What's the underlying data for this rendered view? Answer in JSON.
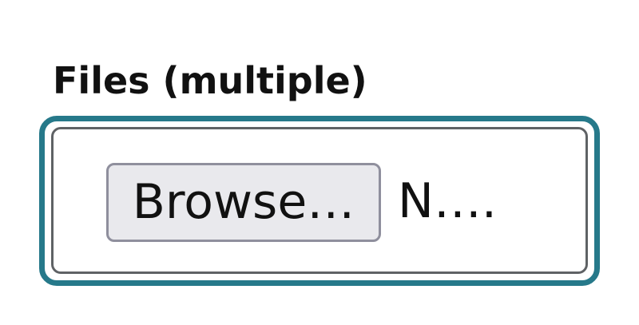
{
  "field": {
    "label": "Files (multiple)",
    "button_label": "Browse…",
    "status_text": "N…."
  },
  "colors": {
    "focus_ring": "#26798a",
    "input_border": "#5f6265",
    "button_background": "#e9e9ed",
    "button_border": "#8f8f9d",
    "text": "#111111"
  }
}
